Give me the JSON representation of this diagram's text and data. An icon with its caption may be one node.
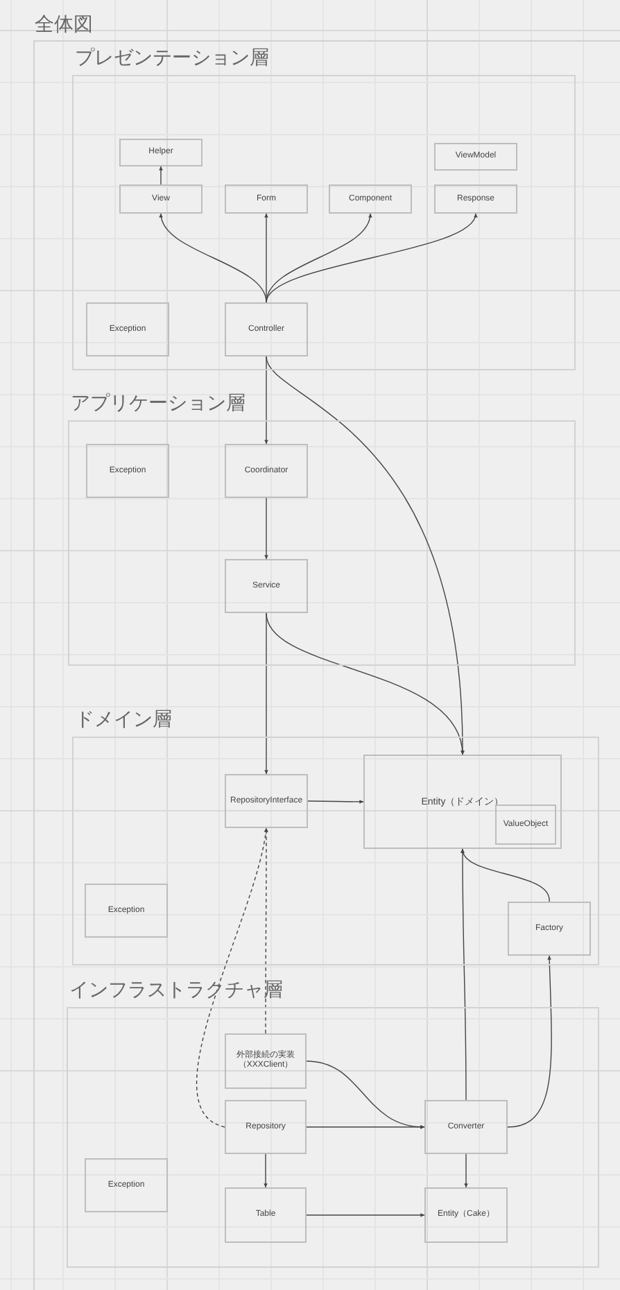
{
  "diagram": {
    "nodes": [
      {
        "text": [
          "全体図"
        ]
      },
      {
        "text": [
          "プレゼンテーション層"
        ],
        "in": 0
      },
      {
        "text": [
          "Helper"
        ],
        "in": 1
      },
      {
        "text": [
          "ViewModel"
        ],
        "in": 1
      },
      {
        "text": [
          "View"
        ],
        "in": 1
      },
      {
        "text": [
          "Form"
        ],
        "in": 1
      },
      {
        "text": [
          "Component"
        ],
        "in": 1
      },
      {
        "text": [
          "Response"
        ],
        "in": 1
      },
      {
        "text": [
          "Exception"
        ],
        "in": 1
      },
      {
        "text": [
          "Controller"
        ],
        "in": 1
      },
      {
        "text": [
          "アプリケーション層"
        ],
        "in": 0
      },
      {
        "text": [
          "Exception"
        ],
        "in": 10
      },
      {
        "text": [
          "Coordinator"
        ],
        "in": 10
      },
      {
        "text": [
          "Service"
        ],
        "in": 10
      },
      {
        "text": [
          "ドメイン層"
        ],
        "in": 0
      },
      {
        "text": [
          "RepositoryInterface"
        ],
        "in": 14
      },
      {
        "text": [
          "Entity（ドメイン）"
        ],
        "in": 14
      },
      {
        "text": [
          "ValueObject"
        ],
        "in": 16
      },
      {
        "text": [
          "Exception"
        ],
        "in": 14
      },
      {
        "text": [
          "Factory"
        ],
        "in": 14
      },
      {
        "text": [
          "インフラストラクチャ層"
        ],
        "in": 0
      },
      {
        "text": [
          "外部接続の実装（XXXClient）"
        ],
        "in": 20
      },
      {
        "text": [
          "Repository"
        ],
        "in": 20
      },
      {
        "text": [
          "Converter"
        ],
        "in": 20
      },
      {
        "text": [
          "Exception"
        ],
        "in": 20
      },
      {
        "text": [
          "Table"
        ],
        "in": 20
      },
      {
        "text": [
          "Entity（Cake）"
        ],
        "in": 20
      }
    ],
    "edges": [
      {
        "from": 4,
        "to": 2,
        "arrow": "to"
      },
      {
        "from": 9,
        "to": 4,
        "arrow": "to"
      },
      {
        "from": 9,
        "to": 5,
        "arrow": "to"
      },
      {
        "from": 9,
        "to": 6,
        "arrow": "to"
      },
      {
        "from": 9,
        "to": 7,
        "arrow": "to"
      },
      {
        "from": 9,
        "to": 12,
        "arrow": "to"
      },
      {
        "from": 9,
        "to": 16,
        "arrow": "to"
      },
      {
        "from": 12,
        "to": 13,
        "arrow": "to"
      },
      {
        "from": 13,
        "to": 15,
        "arrow": "to"
      },
      {
        "from": 13,
        "to": 16,
        "arrow": "to"
      },
      {
        "from": 15,
        "to": 16,
        "arrow": "to"
      },
      {
        "from": 22,
        "to": 15,
        "arrow": "to",
        "style": "dashed"
      },
      {
        "from": 21,
        "to": 15,
        "arrow": "to",
        "style": "dashed"
      },
      {
        "from": 21,
        "to": 23,
        "arrow": "to"
      },
      {
        "from": 22,
        "to": 23,
        "arrow": "to"
      },
      {
        "from": 23,
        "to": 16,
        "arrow": "to"
      },
      {
        "from": 23,
        "to": 19,
        "arrow": "to"
      },
      {
        "from": 19,
        "to": 16,
        "arrow": "to"
      },
      {
        "from": 22,
        "to": 25,
        "arrow": "to"
      },
      {
        "from": 25,
        "to": 26,
        "arrow": "to"
      },
      {
        "from": 23,
        "to": 26,
        "arrow": "to"
      }
    ]
  }
}
